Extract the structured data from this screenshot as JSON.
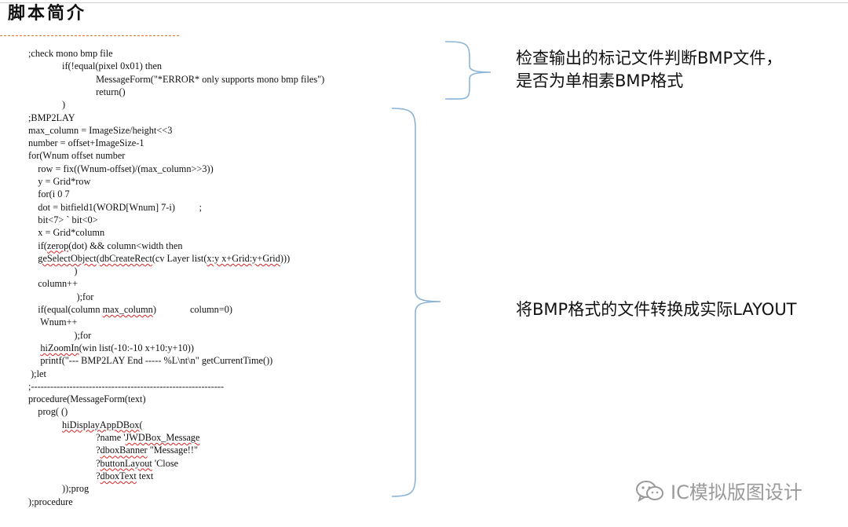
{
  "title": "脚本简介",
  "code_lines": [
    {
      "indent": "",
      "parts": [
        {
          "t": ";check mono bmp file"
        }
      ]
    },
    {
      "indent": "              ",
      "parts": [
        {
          "t": "if(!equal(pixel 0x01) then"
        }
      ]
    },
    {
      "indent": "                            ",
      "parts": [
        {
          "t": "MessageForm(\"*ERROR* only supports mono bmp files\")"
        }
      ]
    },
    {
      "indent": "                            ",
      "parts": [
        {
          "t": "return()"
        }
      ]
    },
    {
      "indent": "              ",
      "parts": [
        {
          "t": ")"
        }
      ]
    },
    {
      "indent": "",
      "parts": [
        {
          "t": ";BMP2LAY"
        }
      ]
    },
    {
      "indent": "",
      "parts": [
        {
          "t": "max_column = ImageSize/height<<3"
        }
      ]
    },
    {
      "indent": "",
      "parts": [
        {
          "t": "number = offset+ImageSize-1"
        }
      ]
    },
    {
      "indent": "",
      "parts": [
        {
          "t": "for(Wnum offset number"
        }
      ]
    },
    {
      "indent": "    ",
      "parts": [
        {
          "t": "row = fix((Wnum-offset)/(max_column>>3))"
        }
      ]
    },
    {
      "indent": "    ",
      "parts": [
        {
          "t": "y = Grid*row"
        }
      ]
    },
    {
      "indent": "    ",
      "parts": [
        {
          "t": "for(i 0 7"
        }
      ]
    },
    {
      "indent": "    ",
      "parts": [
        {
          "t": "dot = bitfield1(WORD[Wnum] 7-i)          ;"
        }
      ]
    },
    {
      "indent": "    ",
      "parts": [
        {
          "t": "bit<7> ` bit<0>"
        }
      ]
    },
    {
      "indent": "    ",
      "parts": [
        {
          "t": "x = Grid*column"
        }
      ]
    },
    {
      "indent": "    ",
      "parts": [
        {
          "t": "if("
        },
        {
          "t": "zerop",
          "s": true
        },
        {
          "t": "(dot) && column<width then"
        }
      ]
    },
    {
      "indent": "    ",
      "parts": [
        {
          "t": "geSelectObject",
          "s": true
        },
        {
          "t": "("
        },
        {
          "t": "dbCreateRect",
          "s": true
        },
        {
          "t": "(cv Layer list("
        },
        {
          "t": "x:y x+Grid:y+Grid",
          "s": true
        },
        {
          "t": ")))"
        }
      ]
    },
    {
      "indent": "                   ",
      "parts": [
        {
          "t": ")"
        }
      ]
    },
    {
      "indent": "    ",
      "parts": [
        {
          "t": "column++"
        }
      ]
    },
    {
      "indent": "                    ",
      "parts": [
        {
          "t": ");for"
        }
      ]
    },
    {
      "indent": "    ",
      "parts": [
        {
          "t": "if(equal(column "
        },
        {
          "t": "max_column",
          "s": true
        },
        {
          "t": ")              column=0)"
        }
      ]
    },
    {
      "indent": "     ",
      "parts": [
        {
          "t": "Wnum++"
        }
      ]
    },
    {
      "indent": "                   ",
      "parts": [
        {
          "t": ");for"
        }
      ]
    },
    {
      "indent": "     ",
      "parts": [
        {
          "t": "hiZoomIn",
          "s": true
        },
        {
          "t": "(win list(-10:-10 x+10:y+10))"
        }
      ]
    },
    {
      "indent": "     ",
      "parts": [
        {
          "t": "printf(\"--- BMP2LAY End ----- %L\\nt\\n\" getCurrentTime())"
        }
      ]
    },
    {
      "indent": " ",
      "parts": [
        {
          "t": ");let"
        }
      ]
    },
    {
      "indent": "",
      "parts": [
        {
          "t": ";------------------------------------------------------------"
        }
      ]
    },
    {
      "indent": "",
      "parts": [
        {
          "t": "procedure(MessageForm(text)"
        }
      ]
    },
    {
      "indent": "    ",
      "parts": [
        {
          "t": "prog( ()"
        }
      ]
    },
    {
      "indent": "              ",
      "parts": [
        {
          "t": "hiDisplayAppDBox",
          "s": true
        },
        {
          "t": "("
        }
      ]
    },
    {
      "indent": "                            ",
      "parts": [
        {
          "t": "?name '"
        },
        {
          "t": "JWDBox_Message",
          "s": true
        }
      ]
    },
    {
      "indent": "                            ",
      "parts": [
        {
          "t": "?"
        },
        {
          "t": "dboxBanner",
          "s": true
        },
        {
          "t": " \"Message!!\""
        }
      ]
    },
    {
      "indent": "                            ",
      "parts": [
        {
          "t": "?"
        },
        {
          "t": "buttonLayout",
          "s": true
        },
        {
          "t": " 'Close"
        }
      ]
    },
    {
      "indent": "                            ",
      "parts": [
        {
          "t": "?"
        },
        {
          "t": "dboxText",
          "s": true
        },
        {
          "t": " text"
        }
      ]
    },
    {
      "indent": "              ",
      "parts": [
        {
          "t": "));prog"
        }
      ]
    },
    {
      "indent": "",
      "parts": [
        {
          "t": ");procedure"
        }
      ]
    }
  ],
  "annotation_1": {
    "line1": "检查输出的标记文件判断BMP文件，",
    "line2": "是否为单相素BMP格式"
  },
  "annotation_2": {
    "text": "将BMP格式的文件转换成实际LAYOUT"
  },
  "watermark": {
    "text": "IC模拟版图设计",
    "icon": "wechat-icon"
  },
  "colors": {
    "brace": "#8ab4d8",
    "title_underline": "#e07a2a",
    "squiggle": "#d22222",
    "watermark": "#9a9a9a"
  }
}
